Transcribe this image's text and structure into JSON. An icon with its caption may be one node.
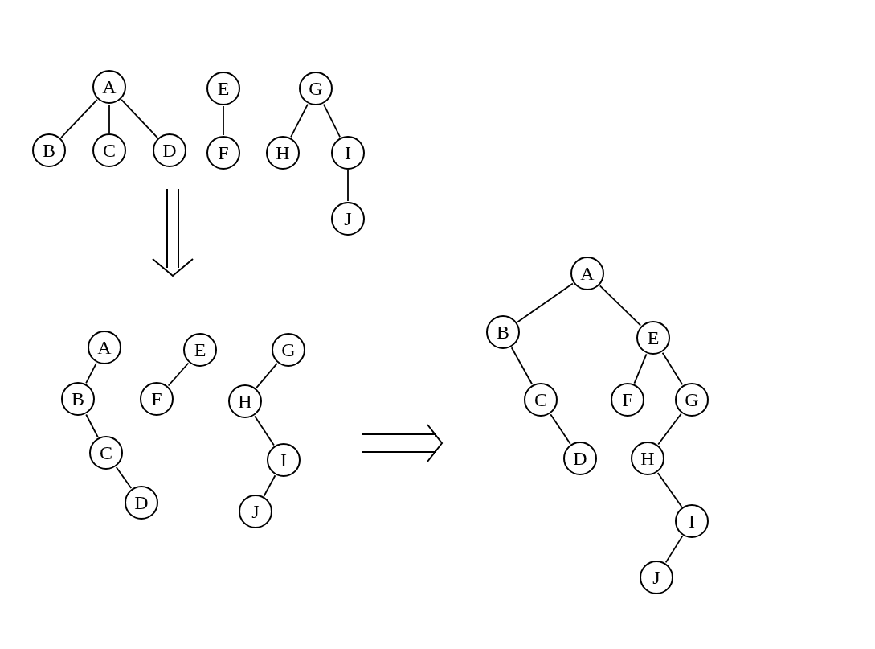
{
  "diagram": {
    "nodes": [
      {
        "text": [
          "A"
        ]
      },
      {
        "text": [
          "B"
        ]
      },
      {
        "text": [
          "C"
        ]
      },
      {
        "text": [
          "D"
        ]
      },
      {
        "text": [
          "E"
        ]
      },
      {
        "text": [
          "F"
        ]
      },
      {
        "text": [
          "G"
        ]
      },
      {
        "text": [
          "H"
        ]
      },
      {
        "text": [
          "I"
        ]
      },
      {
        "text": [
          "J"
        ]
      },
      {
        "text": [
          "A"
        ]
      },
      {
        "text": [
          "B"
        ]
      },
      {
        "text": [
          "C"
        ]
      },
      {
        "text": [
          "D"
        ]
      },
      {
        "text": [
          "E"
        ]
      },
      {
        "text": [
          "F"
        ]
      },
      {
        "text": [
          "G"
        ]
      },
      {
        "text": [
          "H"
        ]
      },
      {
        "text": [
          "I"
        ]
      },
      {
        "text": [
          "J"
        ]
      },
      {
        "text": [
          "A"
        ]
      },
      {
        "text": [
          "B"
        ]
      },
      {
        "text": [
          "E"
        ]
      },
      {
        "text": [
          "C"
        ]
      },
      {
        "text": [
          "F"
        ]
      },
      {
        "text": [
          "G"
        ]
      },
      {
        "text": [
          "D"
        ]
      },
      {
        "text": [
          "H"
        ]
      },
      {
        "text": [
          "I"
        ]
      },
      {
        "text": [
          "J"
        ]
      }
    ],
    "edges": [
      {
        "from": 0,
        "to": 1,
        "arrow": "none"
      },
      {
        "from": 0,
        "to": 2,
        "arrow": "none"
      },
      {
        "from": 0,
        "to": 3,
        "arrow": "none"
      },
      {
        "from": 4,
        "to": 5,
        "arrow": "none"
      },
      {
        "from": 6,
        "to": 7,
        "arrow": "none"
      },
      {
        "from": 6,
        "to": 8,
        "arrow": "none"
      },
      {
        "from": 8,
        "to": 9,
        "arrow": "none"
      },
      {
        "from": 10,
        "to": 11,
        "arrow": "none"
      },
      {
        "from": 11,
        "to": 12,
        "arrow": "none"
      },
      {
        "from": 12,
        "to": 13,
        "arrow": "none"
      },
      {
        "from": 14,
        "to": 15,
        "arrow": "none"
      },
      {
        "from": 16,
        "to": 17,
        "arrow": "none"
      },
      {
        "from": 17,
        "to": 18,
        "arrow": "none"
      },
      {
        "from": 18,
        "to": 19,
        "arrow": "none"
      },
      {
        "from": 20,
        "to": 21,
        "arrow": "none"
      },
      {
        "from": 20,
        "to": 22,
        "arrow": "none"
      },
      {
        "from": 21,
        "to": 23,
        "arrow": "none"
      },
      {
        "from": 23,
        "to": 26,
        "arrow": "none"
      },
      {
        "from": 22,
        "to": 24,
        "arrow": "none"
      },
      {
        "from": 22,
        "to": 25,
        "arrow": "none"
      },
      {
        "from": 25,
        "to": 27,
        "arrow": "none"
      },
      {
        "from": 27,
        "to": 28,
        "arrow": "none"
      },
      {
        "from": 28,
        "to": 29,
        "arrow": "none"
      }
    ]
  }
}
